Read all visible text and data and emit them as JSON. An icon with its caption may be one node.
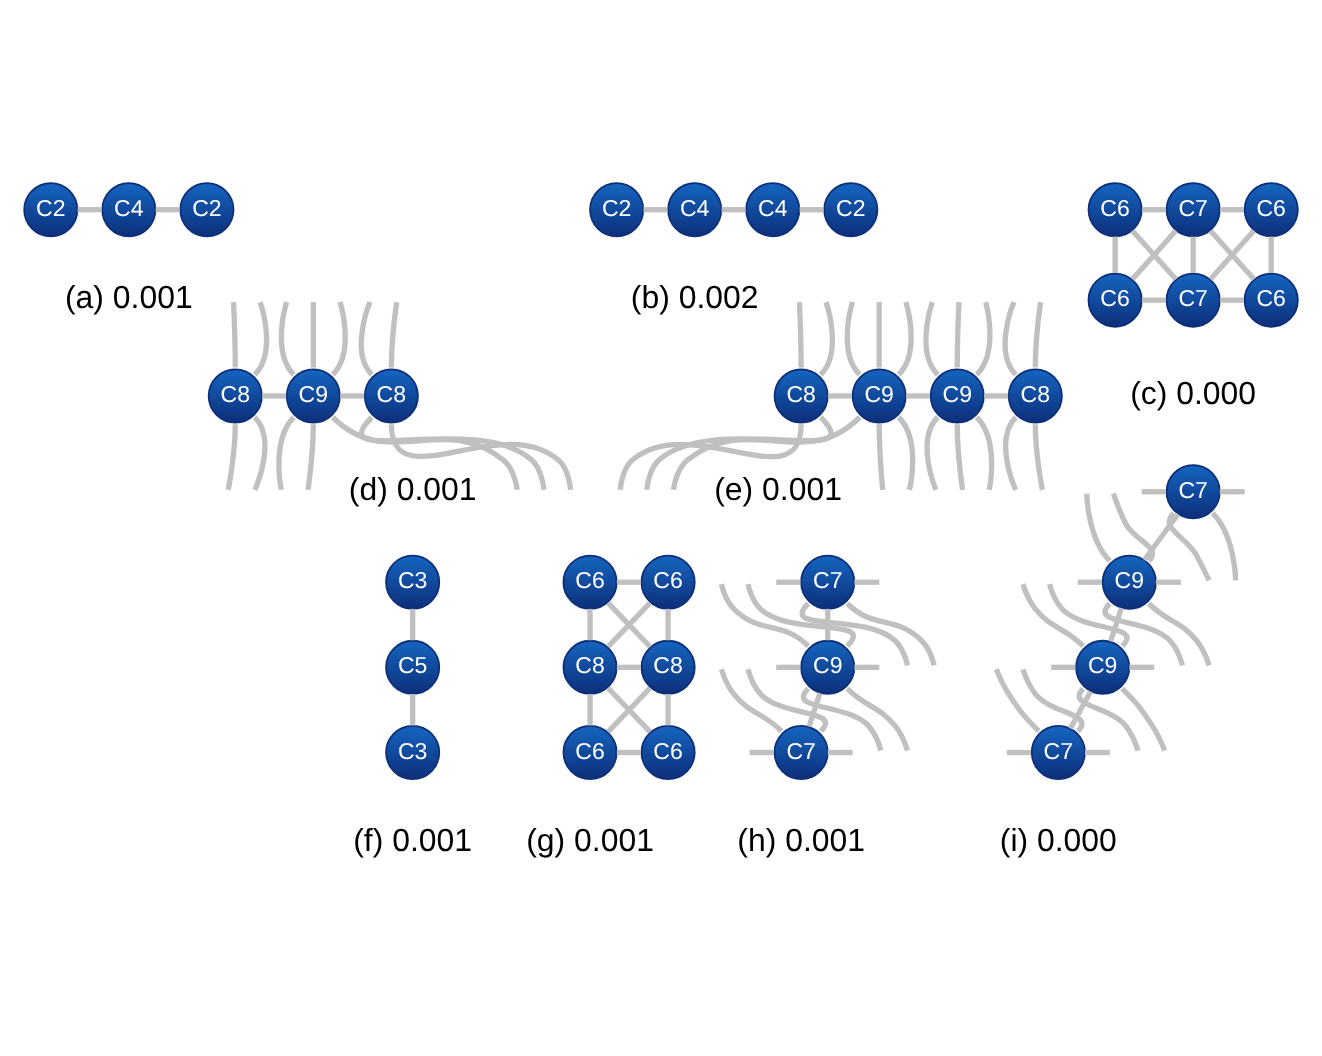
{
  "diagram": {
    "nodes": [
      {
        "text": [
          "C2"
        ]
      },
      {
        "text": [
          "C4"
        ]
      },
      {
        "text": [
          "C2"
        ]
      },
      {
        "text": [
          "C2"
        ]
      },
      {
        "text": [
          "C4"
        ]
      },
      {
        "text": [
          "C4"
        ]
      },
      {
        "text": [
          "C2"
        ]
      },
      {
        "text": [
          "C6"
        ]
      },
      {
        "text": [
          "C7"
        ]
      },
      {
        "text": [
          "C6"
        ]
      },
      {
        "text": [
          "C6"
        ]
      },
      {
        "text": [
          "C7"
        ]
      },
      {
        "text": [
          "C6"
        ]
      },
      {
        "text": [
          "C8"
        ]
      },
      {
        "text": [
          "C9"
        ]
      },
      {
        "text": [
          "C8"
        ]
      },
      {
        "text": [
          "C8"
        ]
      },
      {
        "text": [
          "C9"
        ]
      },
      {
        "text": [
          "C9"
        ]
      },
      {
        "text": [
          "C8"
        ]
      },
      {
        "text": [
          "C3"
        ]
      },
      {
        "text": [
          "C5"
        ]
      },
      {
        "text": [
          "C3"
        ]
      },
      {
        "text": [
          "C6"
        ]
      },
      {
        "text": [
          "C6"
        ]
      },
      {
        "text": [
          "C8"
        ]
      },
      {
        "text": [
          "C8"
        ]
      },
      {
        "text": [
          "C6"
        ]
      },
      {
        "text": [
          "C6"
        ]
      },
      {
        "text": [
          "C7"
        ]
      },
      {
        "text": [
          "C9"
        ]
      },
      {
        "text": [
          "C7"
        ]
      },
      {
        "text": [
          "C7"
        ]
      },
      {
        "text": [
          "C9"
        ]
      },
      {
        "text": [
          "C9"
        ]
      },
      {
        "text": [
          "C7"
        ]
      }
    ],
    "edges": [
      {
        "from": 0,
        "to": 1,
        "arrow": "none"
      },
      {
        "from": 1,
        "to": 2,
        "arrow": "none"
      },
      {
        "from": 3,
        "to": 4,
        "arrow": "none"
      },
      {
        "from": 4,
        "to": 5,
        "arrow": "none"
      },
      {
        "from": 5,
        "to": 6,
        "arrow": "none"
      },
      {
        "from": 7,
        "to": 8,
        "arrow": "none"
      },
      {
        "from": 8,
        "to": 9,
        "arrow": "none"
      },
      {
        "from": 10,
        "to": 11,
        "arrow": "none"
      },
      {
        "from": 11,
        "to": 12,
        "arrow": "none"
      },
      {
        "from": 7,
        "to": 10,
        "arrow": "none"
      },
      {
        "from": 8,
        "to": 11,
        "arrow": "none"
      },
      {
        "from": 9,
        "to": 12,
        "arrow": "none"
      },
      {
        "from": 7,
        "to": 11,
        "arrow": "none"
      },
      {
        "from": 8,
        "to": 10,
        "arrow": "none"
      },
      {
        "from": 8,
        "to": 12,
        "arrow": "none"
      },
      {
        "from": 9,
        "to": 11,
        "arrow": "none"
      },
      {
        "from": 13,
        "to": 14,
        "arrow": "none"
      },
      {
        "from": 14,
        "to": 15,
        "arrow": "none"
      },
      {
        "from": 13,
        "to": null,
        "arrow": "none"
      },
      {
        "from": 13,
        "to": null,
        "arrow": "none"
      },
      {
        "from": 13,
        "to": null,
        "arrow": "none"
      },
      {
        "from": 13,
        "to": null,
        "arrow": "none"
      },
      {
        "from": 14,
        "to": null,
        "arrow": "none"
      },
      {
        "from": 14,
        "to": null,
        "arrow": "none"
      },
      {
        "from": 14,
        "to": null,
        "arrow": "none"
      },
      {
        "from": 14,
        "to": null,
        "arrow": "none"
      },
      {
        "from": 14,
        "to": null,
        "arrow": "none"
      },
      {
        "from": 14,
        "to": null,
        "arrow": "none"
      },
      {
        "from": 15,
        "to": null,
        "arrow": "none"
      },
      {
        "from": 15,
        "to": null,
        "arrow": "none"
      },
      {
        "from": 15,
        "to": null,
        "arrow": "none"
      },
      {
        "from": 15,
        "to": null,
        "arrow": "none"
      },
      {
        "from": 16,
        "to": 17,
        "arrow": "none"
      },
      {
        "from": 17,
        "to": 18,
        "arrow": "none"
      },
      {
        "from": 18,
        "to": 19,
        "arrow": "none"
      },
      {
        "from": 16,
        "to": null,
        "arrow": "none"
      },
      {
        "from": 16,
        "to": null,
        "arrow": "none"
      },
      {
        "from": 16,
        "to": null,
        "arrow": "none"
      },
      {
        "from": 16,
        "to": null,
        "arrow": "none"
      },
      {
        "from": 17,
        "to": null,
        "arrow": "none"
      },
      {
        "from": 17,
        "to": null,
        "arrow": "none"
      },
      {
        "from": 17,
        "to": null,
        "arrow": "none"
      },
      {
        "from": 17,
        "to": null,
        "arrow": "none"
      },
      {
        "from": 17,
        "to": null,
        "arrow": "none"
      },
      {
        "from": 17,
        "to": null,
        "arrow": "none"
      },
      {
        "from": 18,
        "to": null,
        "arrow": "none"
      },
      {
        "from": 18,
        "to": null,
        "arrow": "none"
      },
      {
        "from": 18,
        "to": null,
        "arrow": "none"
      },
      {
        "from": 18,
        "to": null,
        "arrow": "none"
      },
      {
        "from": 18,
        "to": null,
        "arrow": "none"
      },
      {
        "from": 18,
        "to": null,
        "arrow": "none"
      },
      {
        "from": 19,
        "to": null,
        "arrow": "none"
      },
      {
        "from": 19,
        "to": null,
        "arrow": "none"
      },
      {
        "from": 19,
        "to": null,
        "arrow": "none"
      },
      {
        "from": 19,
        "to": null,
        "arrow": "none"
      },
      {
        "from": 20,
        "to": 21,
        "arrow": "none"
      },
      {
        "from": 21,
        "to": 22,
        "arrow": "none"
      },
      {
        "from": 23,
        "to": 24,
        "arrow": "none"
      },
      {
        "from": 25,
        "to": 26,
        "arrow": "none"
      },
      {
        "from": 27,
        "to": 28,
        "arrow": "none"
      },
      {
        "from": 23,
        "to": 25,
        "arrow": "none"
      },
      {
        "from": 24,
        "to": 26,
        "arrow": "none"
      },
      {
        "from": 25,
        "to": 27,
        "arrow": "none"
      },
      {
        "from": 26,
        "to": 28,
        "arrow": "none"
      },
      {
        "from": 23,
        "to": 26,
        "arrow": "none"
      },
      {
        "from": 24,
        "to": 25,
        "arrow": "none"
      },
      {
        "from": 25,
        "to": 28,
        "arrow": "none"
      },
      {
        "from": 26,
        "to": 27,
        "arrow": "none"
      },
      {
        "from": 29,
        "to": 30,
        "arrow": "none"
      },
      {
        "from": 30,
        "to": 31,
        "arrow": "none"
      },
      {
        "from": 29,
        "to": null,
        "arrow": "none"
      },
      {
        "from": 29,
        "to": null,
        "arrow": "none"
      },
      {
        "from": 29,
        "to": null,
        "arrow": "none"
      },
      {
        "from": 29,
        "to": null,
        "arrow": "none"
      },
      {
        "from": 30,
        "to": null,
        "arrow": "none"
      },
      {
        "from": 30,
        "to": null,
        "arrow": "none"
      },
      {
        "from": 30,
        "to": null,
        "arrow": "none"
      },
      {
        "from": 30,
        "to": null,
        "arrow": "none"
      },
      {
        "from": 30,
        "to": null,
        "arrow": "none"
      },
      {
        "from": 30,
        "to": null,
        "arrow": "none"
      },
      {
        "from": 31,
        "to": null,
        "arrow": "none"
      },
      {
        "from": 31,
        "to": null,
        "arrow": "none"
      },
      {
        "from": 31,
        "to": null,
        "arrow": "none"
      },
      {
        "from": 31,
        "to": null,
        "arrow": "none"
      },
      {
        "from": 32,
        "to": 33,
        "arrow": "none"
      },
      {
        "from": 33,
        "to": 34,
        "arrow": "none"
      },
      {
        "from": 34,
        "to": 35,
        "arrow": "none"
      },
      {
        "from": 32,
        "to": null,
        "arrow": "none"
      },
      {
        "from": 32,
        "to": null,
        "arrow": "none"
      },
      {
        "from": 32,
        "to": null,
        "arrow": "none"
      },
      {
        "from": 32,
        "to": null,
        "arrow": "none"
      },
      {
        "from": 33,
        "to": null,
        "arrow": "none"
      },
      {
        "from": 33,
        "to": null,
        "arrow": "none"
      },
      {
        "from": 33,
        "to": null,
        "arrow": "none"
      },
      {
        "from": 33,
        "to": null,
        "arrow": "none"
      },
      {
        "from": 33,
        "to": null,
        "arrow": "none"
      },
      {
        "from": 33,
        "to": null,
        "arrow": "none"
      },
      {
        "from": 34,
        "to": null,
        "arrow": "none"
      },
      {
        "from": 34,
        "to": null,
        "arrow": "none"
      },
      {
        "from": 34,
        "to": null,
        "arrow": "none"
      },
      {
        "from": 34,
        "to": null,
        "arrow": "none"
      },
      {
        "from": 34,
        "to": null,
        "arrow": "none"
      },
      {
        "from": 34,
        "to": null,
        "arrow": "none"
      },
      {
        "from": 35,
        "to": null,
        "arrow": "none"
      },
      {
        "from": 35,
        "to": null,
        "arrow": "none"
      },
      {
        "from": 35,
        "to": null,
        "arrow": "none"
      },
      {
        "from": 35,
        "to": null,
        "arrow": "none"
      }
    ],
    "labels": [
      "(a) 0.001",
      "(b) 0.002",
      "(c) 0.000",
      "(d) 0.001",
      "(e) 0.001",
      "(f) 0.001",
      "(g) 0.001",
      "(h) 0.001",
      "(i) 0.000"
    ]
  }
}
